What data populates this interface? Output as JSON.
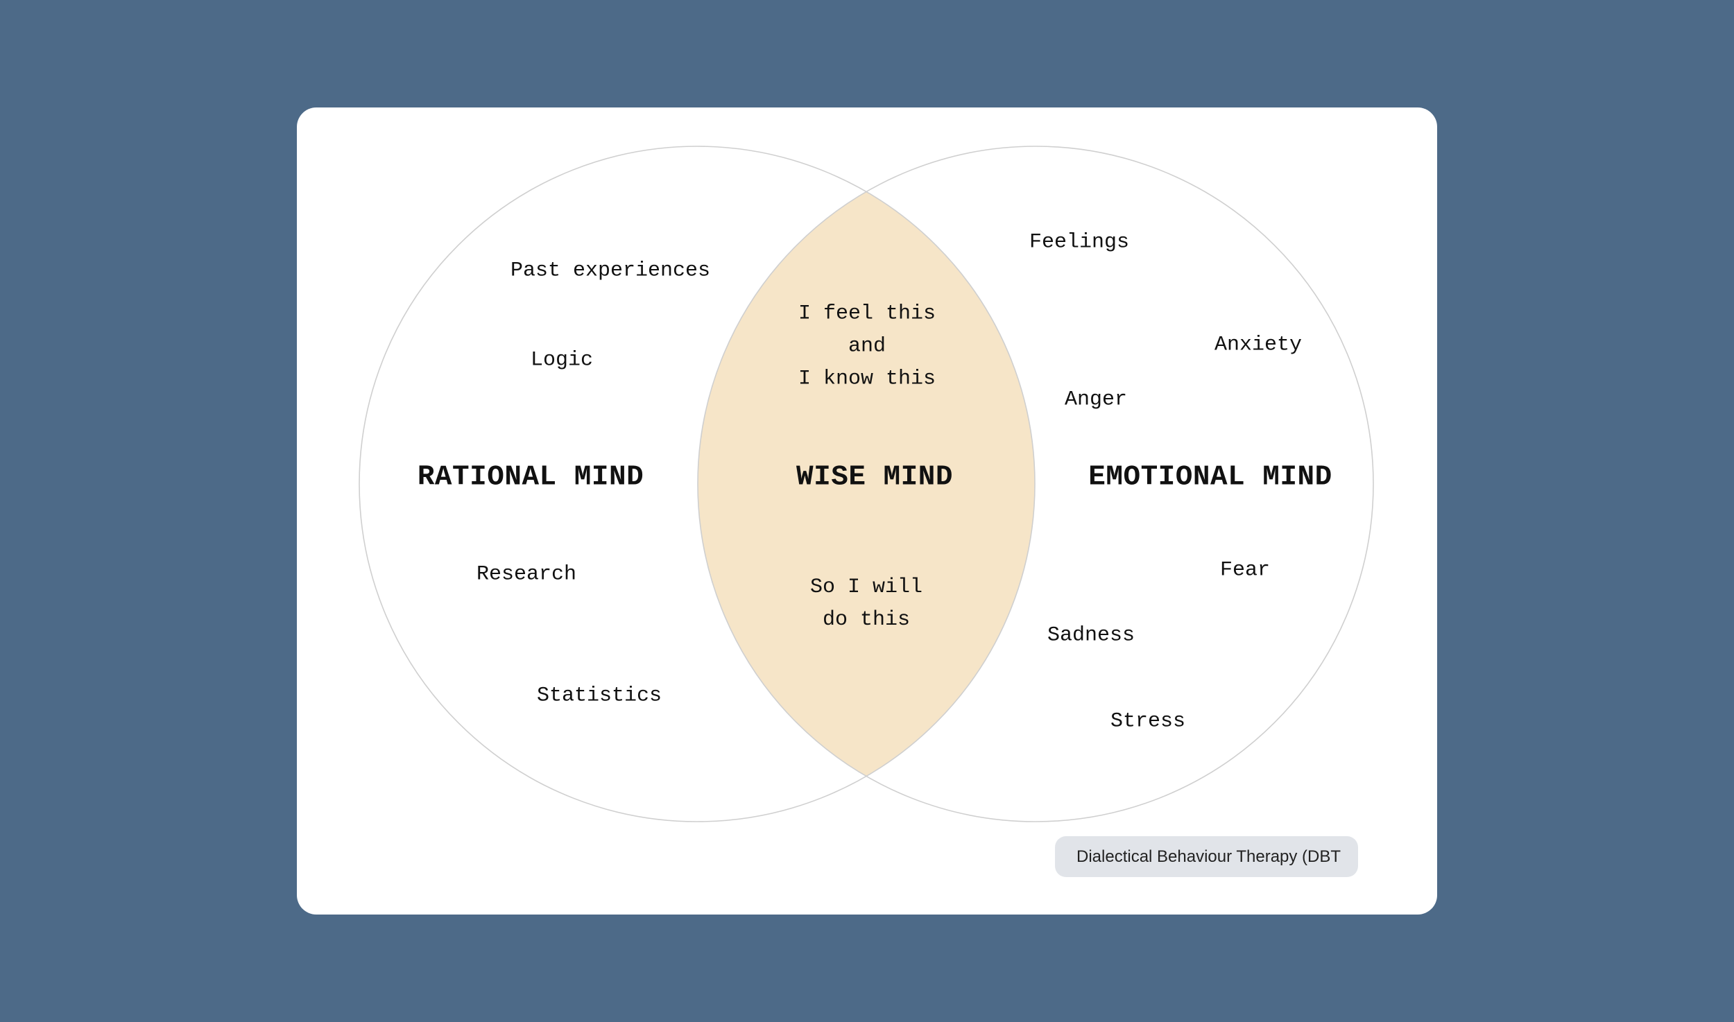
{
  "colors": {
    "background": "#4d6a88",
    "card": "#ffffff",
    "circle_stroke": "#cfcfcf",
    "intersection_fill": "#f6e5c8",
    "text": "#111111",
    "badge_bg": "#e1e4e9",
    "badge_text": "#222222"
  },
  "diagram": {
    "type": "venn",
    "left_circle": {
      "title": "RATIONAL MIND",
      "items": [
        "Past experiences",
        "Logic",
        "Research",
        "Statistics"
      ]
    },
    "intersection": {
      "title": "WISE MIND",
      "top_text": "I feel this\nand\nI know this",
      "bottom_text": "So I will\ndo this"
    },
    "right_circle": {
      "title": "EMOTIONAL MIND",
      "items": [
        "Feelings",
        "Anxiety",
        "Anger",
        "Fear",
        "Sadness",
        "Stress"
      ]
    }
  },
  "badge": {
    "label": "Dialectical Behaviour Therapy (DBT"
  }
}
